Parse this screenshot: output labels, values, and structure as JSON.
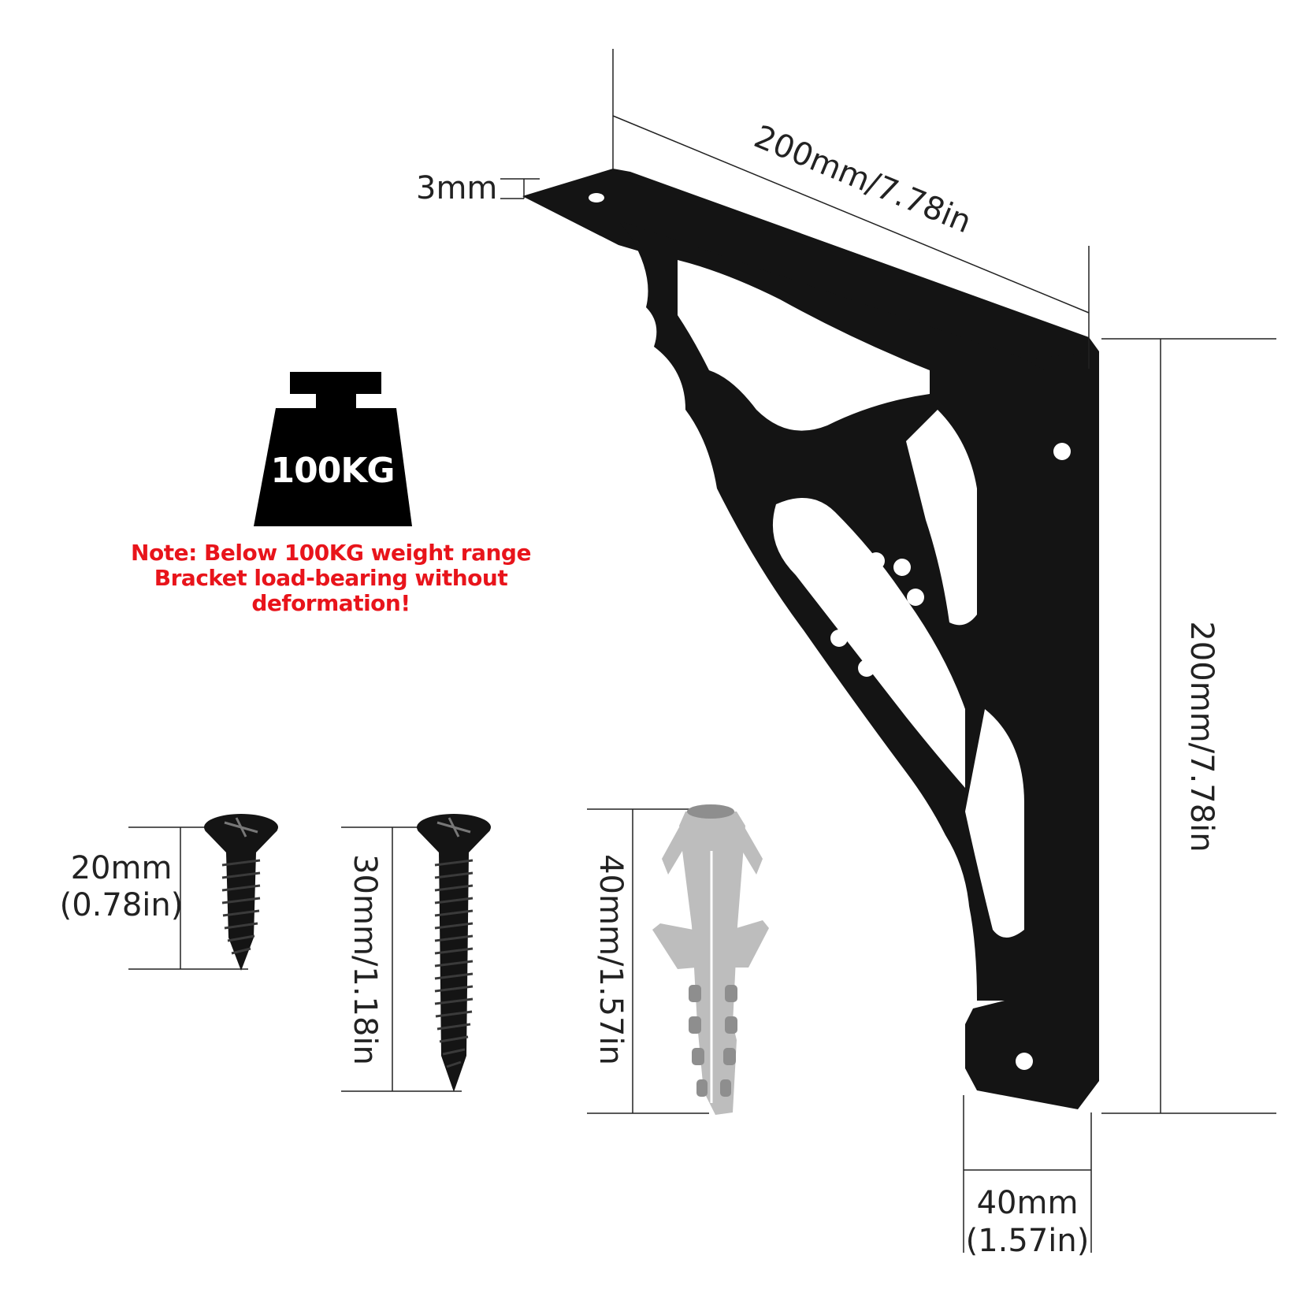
{
  "colors": {
    "bracket": "#141414",
    "cutout": "#ffffff",
    "dim_line": "#222222",
    "anchor": "#bdbdbd",
    "anchor_dark": "#8e8e8e",
    "note": "#e8141b",
    "weight": "#000000"
  },
  "icons": {
    "weight": "weight-icon"
  },
  "weight_badge": {
    "label": "100KG"
  },
  "note": {
    "line1": "Note: Below 100KG weight range",
    "line2": "Bracket load-bearing without",
    "line3": "deformation!"
  },
  "dimensions": {
    "thickness": "3mm",
    "top_length": "200mm/7.78in",
    "height": "200mm/7.78in",
    "width": {
      "mm": "40mm",
      "inch": "(1.57in)"
    },
    "screw_short": {
      "mm": "20mm",
      "inch": "(0.78in)"
    },
    "screw_long": "30mm/1.18in",
    "anchor": "40mm/1.57in"
  }
}
